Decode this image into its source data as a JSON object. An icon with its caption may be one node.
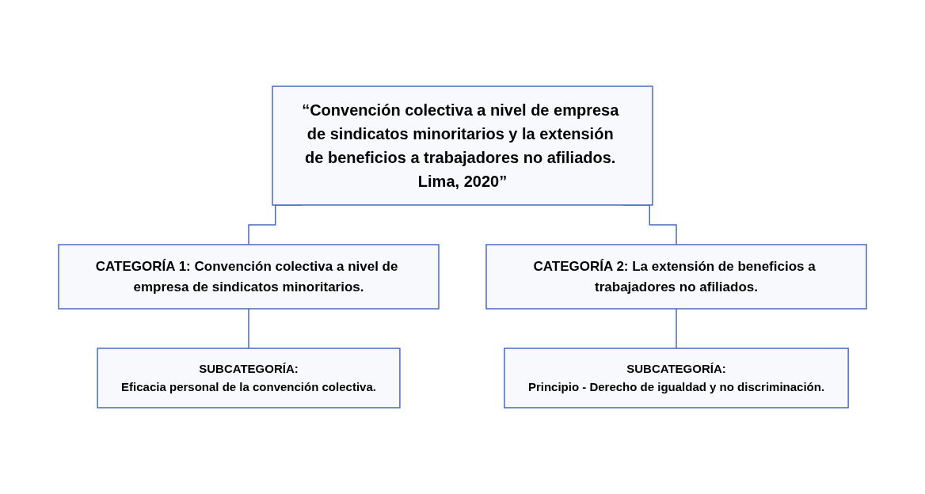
{
  "diagram": {
    "nodes": [
      {
        "text": [
          "“Convención colectiva a nivel de empresa de sindicatos minoritarios y la extensión de beneficios a trabajadores no afiliados. Lima, 2020”"
        ]
      },
      {
        "text": [
          "CATEGORÍA 1: Convención colectiva a nivel de empresa de sindicatos minoritarios."
        ]
      },
      {
        "text": [
          "CATEGORÍA 2: La extensión de beneficios a trabajadores no afiliados."
        ]
      },
      {
        "text": [
          "SUBCATEGORÍA:",
          "Eficacia personal de la convención colectiva."
        ]
      },
      {
        "text": [
          "SUBCATEGORÍA:",
          "Principio - Derecho de igualdad y no discriminación."
        ]
      }
    ],
    "edges": [
      {
        "from": 0,
        "to": 1,
        "arrow": "none"
      },
      {
        "from": 0,
        "to": 2,
        "arrow": "none"
      },
      {
        "from": 1,
        "to": 3,
        "arrow": "none"
      },
      {
        "from": 2,
        "to": 4,
        "arrow": "none"
      }
    ]
  }
}
